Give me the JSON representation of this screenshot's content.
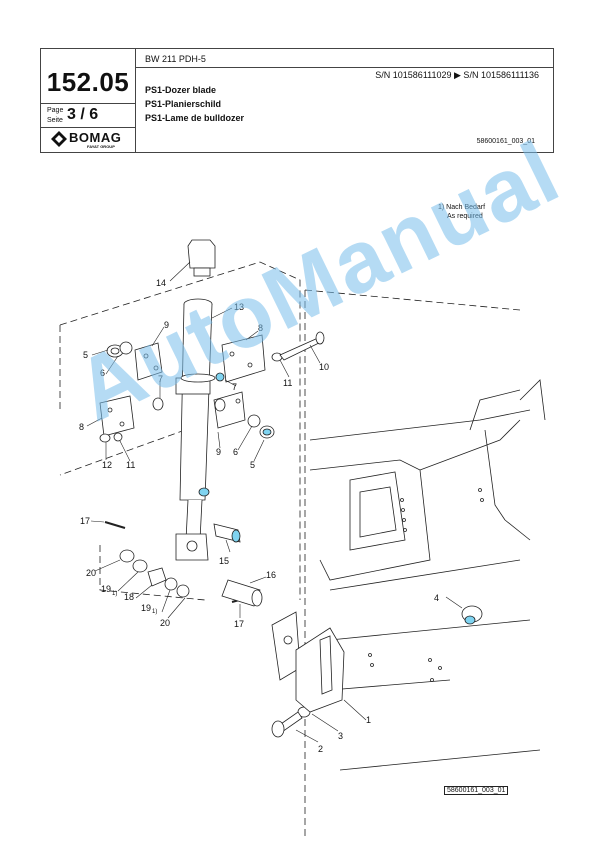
{
  "header": {
    "page_number": "152.05",
    "page_label": "Page",
    "seite_label": "Seite",
    "sheet": "3  /  6",
    "brand": "BOMAG",
    "brand_sub": "FAYAT GROUP",
    "model": "BW 211 PDH-5",
    "serial_range": "S/N 101586111029  ▶  S/N 101586111136",
    "title_en": "PS1-Dozer blade",
    "title_de": "PS1-Planierschild",
    "title_fr": "PS1-Lame de bulldozer",
    "drawing_number": "58600161_003_01"
  },
  "note": {
    "line1": "1) Nach Bedarf",
    "line2": "As required"
  },
  "footer_ref": "58600161_003_01",
  "watermark": "AutoManual",
  "callouts": [
    "14",
    "13",
    "9",
    "8",
    "5",
    "6",
    "7",
    "7",
    "11",
    "10",
    "8",
    "12",
    "11",
    "9",
    "6",
    "5",
    "17",
    "15",
    "16",
    "20",
    "19",
    "18",
    "19",
    "20",
    "17",
    "4",
    "1",
    "2",
    "3"
  ],
  "footnote_marks": [
    "1)",
    "1)"
  ],
  "colors": {
    "watermark": "#78bee9",
    "highlight": "#7fd3f0",
    "line": "#222222"
  }
}
